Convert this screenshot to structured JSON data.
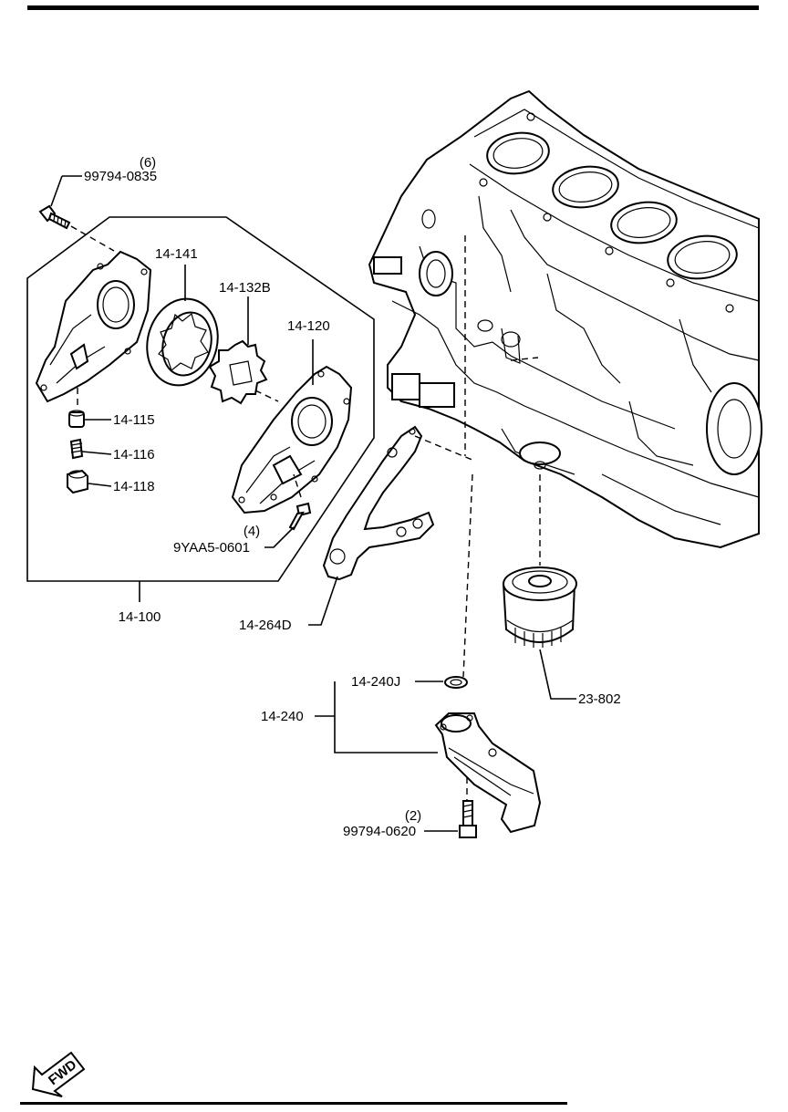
{
  "callouts": {
    "bolt_top_qty": "(6)",
    "bolt_top": "99794-0835",
    "gear_ring": "14-141",
    "inner_rotor": "14-132B",
    "pump_body": "14-120",
    "plunger": "14-115",
    "spring": "14-116",
    "plug": "14-118",
    "screw_qty": "(4)",
    "screw": "9YAA5-0601",
    "pump_assembly": "14-100",
    "gasket": "14-264D",
    "filter": "23-802",
    "oring": "14-240J",
    "strainer": "14-240",
    "bolt_bottom_qty": "(2)",
    "bolt_bottom": "99794-0620"
  },
  "fwd_label": "FWD"
}
